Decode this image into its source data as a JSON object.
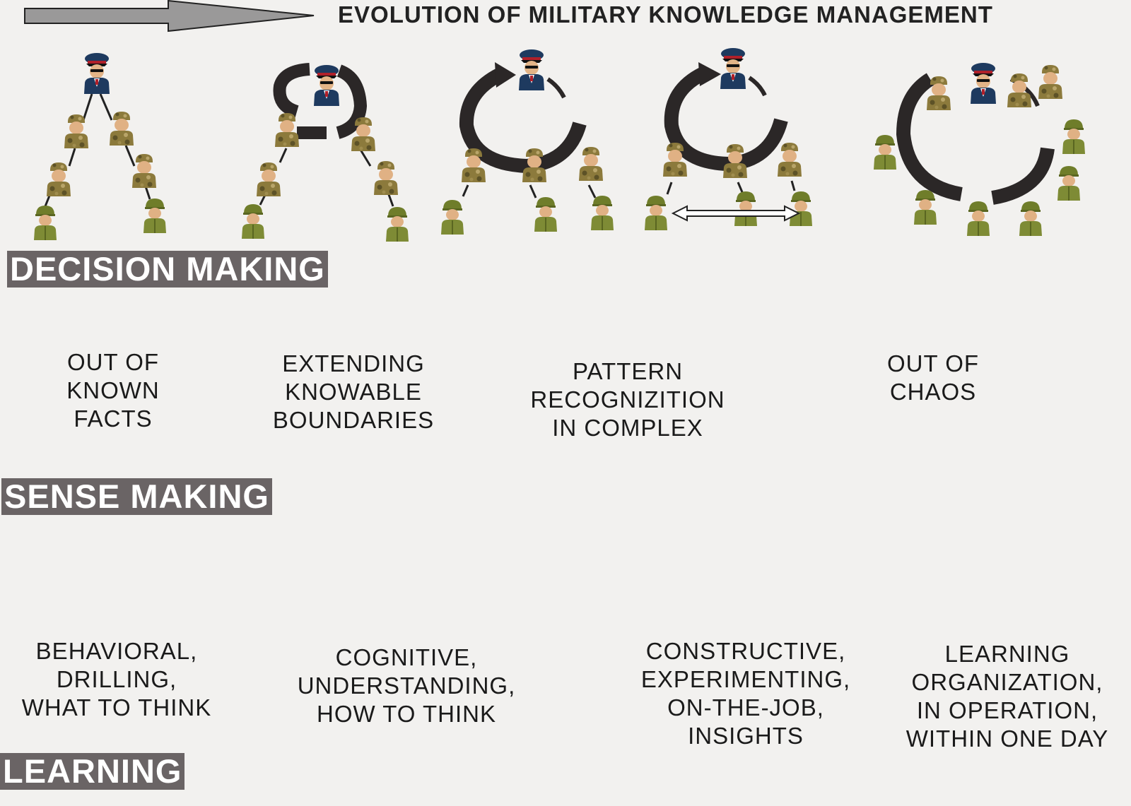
{
  "title": "EVOLUTION OF MILITARY KNOWLEDGE MANAGEMENT",
  "sections": {
    "decision_making": "DECISION MAKING",
    "sense_making": "SENSE MAKING",
    "learning": "LEARNING"
  },
  "sense_making_stages": [
    "OUT OF\nKNOWN\nFACTS",
    "EXTENDING\nKNOWABLE\nBOUNDARIES",
    "PATTERN\nRECOGNIZITION\nIN COMPLEX",
    "OUT OF\nCHAOS"
  ],
  "learning_stages": [
    "BEHAVIORAL,\nDRILLING,\nWHAT TO THINK",
    "COGNITIVE,\nUNDERSTANDING,\nHOW TO THINK",
    "CONSTRUCTIVE,\nEXPERIMENTING,\nON-THE-JOB,\nINSIGHTS",
    "LEARNING\nORGANIZATION,\nIN OPERATION,\nWITHIN ONE DAY"
  ],
  "colors": {
    "band": "#6a6465",
    "background": "#f2f1ef",
    "arrow_fill": "#9a9999",
    "cycle_arrow": "#2b2727",
    "officer_uniform": "#1e3a5f",
    "officer_cap_band": "#b0202a",
    "camo_uniform": "#8c7a3c",
    "helmet_green": "#6f7d2a"
  },
  "icons": {
    "header_arrow": "right-arrow-icon",
    "officer": "officer-icon",
    "camo_soldier": "camo-soldier-icon",
    "helmet_soldier": "helmet-soldier-icon",
    "cycle": "cycle-arrow-icon",
    "double_arrow": "double-arrow-icon"
  }
}
